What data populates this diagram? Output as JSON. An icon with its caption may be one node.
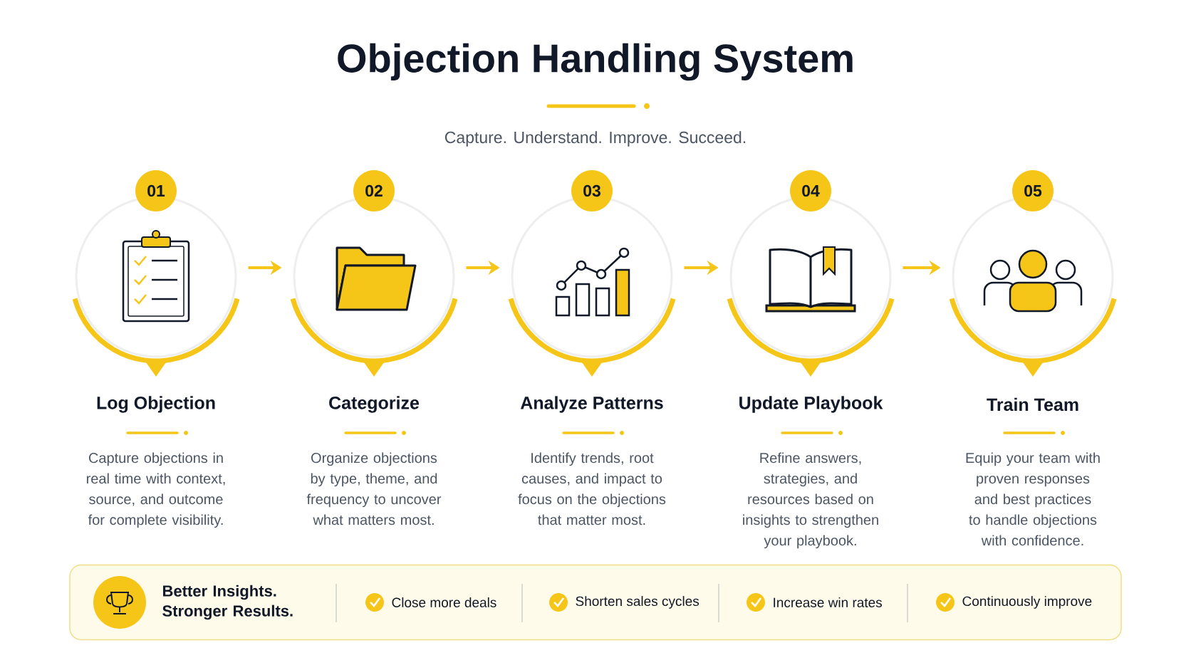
{
  "diagram": {
    "title": "Objection Handling System",
    "nodes": [
      {
        "text": [
          "01",
          "Log Objection",
          "Capture objections in real time with context, source, and outcome for complete visibility."
        ]
      },
      {
        "text": [
          "02",
          "Categorize",
          "Organize objections by type, theme, and frequency to uncover what matters most."
        ]
      },
      {
        "text": [
          "03",
          "Analyze Patterns",
          "Identify trends, root causes, and impact to focus on the objections that matter most."
        ]
      },
      {
        "text": [
          "04",
          "Update Playbook",
          "Refine answers, strategies, and resources based on insights to strengthen your playbook."
        ]
      },
      {
        "text": [
          "05",
          "Train Team",
          "Equip your team with proven responses and best practices to handle objections with confidence."
        ]
      },
      {
        "text": [
          "Better Insights. Stronger Results."
        ]
      }
    ],
    "edges": [
      {
        "from": 0,
        "to": 1,
        "arrow": "to"
      },
      {
        "from": 1,
        "to": 2,
        "arrow": "to"
      },
      {
        "from": 2,
        "to": 3,
        "arrow": "to"
      },
      {
        "from": 3,
        "to": 4,
        "arrow": "to"
      }
    ],
    "labels": [
      "Capture. Understand. Improve. Succeed.",
      "Close more deals",
      "Shorten sales cycles",
      "Increase win rates",
      "Continuously improve"
    ]
  }
}
